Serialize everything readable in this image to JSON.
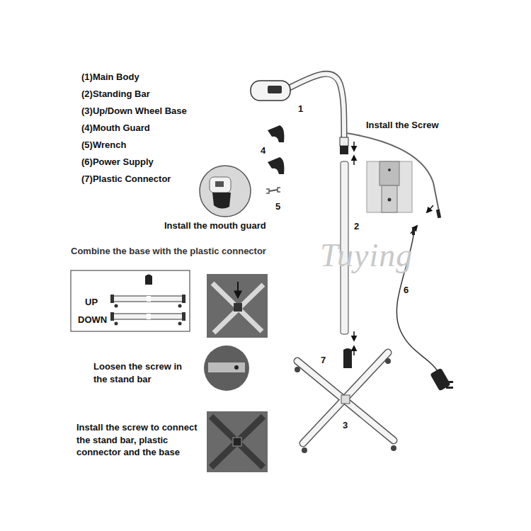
{
  "diagram": {
    "labels": [
      "(1)Main Body",
      "(2)Standing Bar",
      "(3)Up/Down Wheel Base",
      "(4)Mouth Guard",
      "(5)Wrench",
      "(6)Power Supply",
      "(7)Plastic Connector",
      "1",
      "Install the Screw",
      "4",
      "5",
      "Install the mouth guard",
      "2",
      "Combine the base with the plastic connector",
      "Tuying",
      "6",
      "UP",
      "DOWN",
      "Loosen the screw in the stand bar",
      "7",
      "3",
      "Install the screw to connect the stand bar, plastic connector and the base"
    ]
  }
}
